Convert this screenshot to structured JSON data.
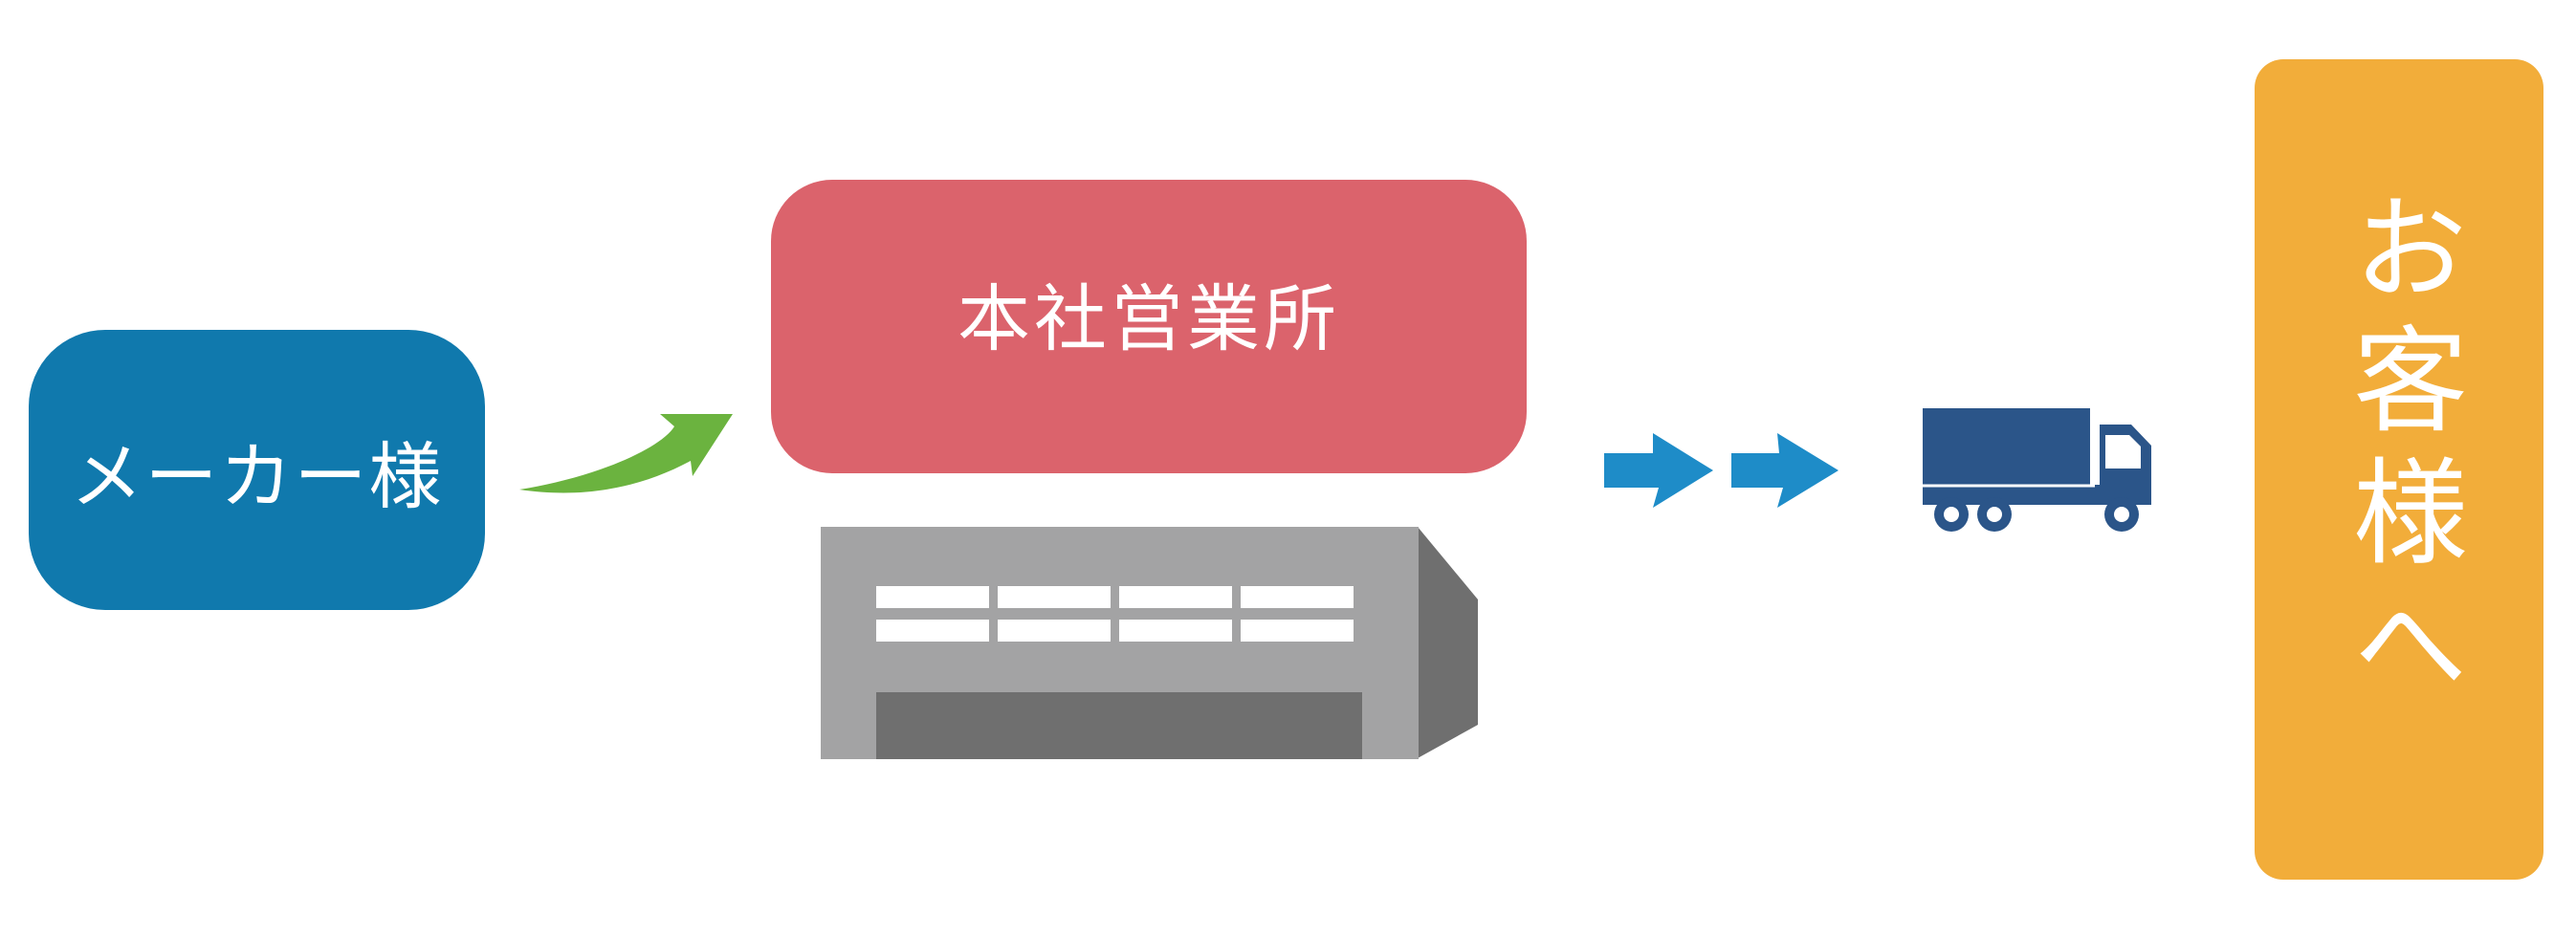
{
  "nodes": {
    "maker": {
      "label": "メーカー様"
    },
    "headquarters": {
      "label": "本社営業所"
    },
    "customer": {
      "label": "お客様へ"
    }
  },
  "colors": {
    "maker": "#1079ad",
    "headquarters": "#db636c",
    "customer": "#f2ad3a",
    "green_arrow": "#6bb33f",
    "blue_arrows": "#1e8cc8",
    "truck": "#2b5589",
    "warehouse_light": "#a3a3a4",
    "warehouse_dark": "#6f6f6f"
  },
  "icons": [
    "curved-arrow-icon",
    "warehouse-icon",
    "arrow-right-icon",
    "truck-icon"
  ]
}
